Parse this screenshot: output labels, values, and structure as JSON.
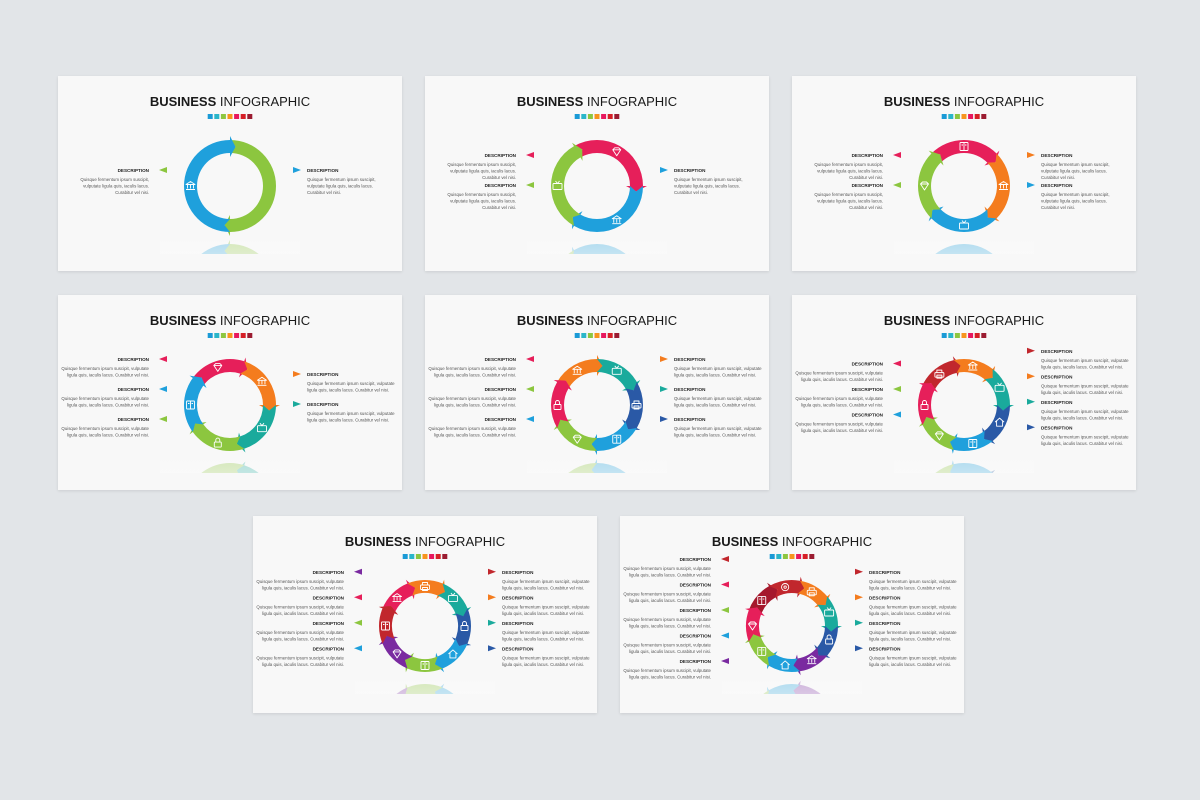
{
  "title_bold": "BUSINESS",
  "title_regular": "INFOGRAPHIC",
  "item_title": "DESCRIPTION",
  "lorem_a": [
    "Quisque fermentum ipsum suscipit,",
    "vulputate ligula quis, iaculis lacus.",
    "Curabitur vel nisi."
  ],
  "lorem_b": [
    "Quisque fermentum ipsum suscipit, vulputate",
    "ligula quis, iaculis lacus. Curabitur vel nisi."
  ],
  "palette": [
    "#1a9ad6",
    "#2bb6c9",
    "#8dc63f",
    "#f7941d",
    "#e8175d",
    "#d61f26",
    "#9b1c31"
  ],
  "colors": {
    "red": "#e61f5a",
    "orange": "#f47c1e",
    "green": "#8cc63f",
    "blue": "#1fa0dc",
    "teal": "#1aaa9c",
    "navy": "#2a59a6",
    "purple": "#8a2bb0",
    "darkred": "#c1272d",
    "violet": "#7a2aa0",
    "maroon": "#a5182c"
  },
  "slides": [
    {
      "segments": [
        "green",
        "blue"
      ],
      "icons": [
        "",
        "bank"
      ],
      "left": [
        {
          "color": "green",
          "lines": "a"
        }
      ],
      "right": [
        {
          "color": "blue",
          "lines": "a"
        }
      ]
    },
    {
      "segments": [
        "red",
        "blue",
        "green"
      ],
      "icons": [
        "diamond",
        "bank",
        "tv"
      ],
      "left": [
        {
          "color": "red",
          "lines": "a"
        },
        {
          "color": "green",
          "lines": "a"
        }
      ],
      "right": [
        {
          "color": "blue",
          "lines": "a"
        }
      ]
    },
    {
      "segments": [
        "red",
        "orange",
        "blue",
        "green"
      ],
      "icons": [
        "book",
        "bank",
        "tv",
        "diamond"
      ],
      "left": [
        {
          "color": "red",
          "lines": "a"
        },
        {
          "color": "green",
          "lines": "a"
        }
      ],
      "right": [
        {
          "color": "orange",
          "lines": "a"
        },
        {
          "color": "blue",
          "lines": "a"
        }
      ]
    },
    {
      "segments": [
        "red",
        "orange",
        "teal",
        "green",
        "blue"
      ],
      "icons": [
        "diamond",
        "bank",
        "tv",
        "lock",
        "book"
      ],
      "left": [
        {
          "color": "red",
          "lines": "b"
        },
        {
          "color": "blue",
          "lines": "b"
        },
        {
          "color": "green",
          "lines": "b"
        }
      ],
      "right": [
        {
          "color": "orange",
          "lines": "b"
        },
        {
          "color": "teal",
          "lines": "b"
        }
      ]
    },
    {
      "segments": [
        "orange",
        "teal",
        "navy",
        "blue",
        "green",
        "red"
      ],
      "icons": [
        "bank",
        "tv",
        "print",
        "book",
        "diamond",
        "lock"
      ],
      "left": [
        {
          "color": "red",
          "lines": "b"
        },
        {
          "color": "green",
          "lines": "b"
        },
        {
          "color": "blue",
          "lines": "b"
        }
      ],
      "right": [
        {
          "color": "orange",
          "lines": "b"
        },
        {
          "color": "teal",
          "lines": "b"
        },
        {
          "color": "navy",
          "lines": "b"
        }
      ]
    },
    {
      "segments": [
        "darkred",
        "orange",
        "teal",
        "navy",
        "blue",
        "green",
        "red"
      ],
      "icons": [
        "print",
        "bank",
        "tv",
        "home",
        "book",
        "diamond",
        "lock"
      ],
      "left": [
        {
          "color": "red",
          "lines": "b"
        },
        {
          "color": "green",
          "lines": "b"
        },
        {
          "color": "blue",
          "lines": "b"
        }
      ],
      "right": [
        {
          "color": "darkred",
          "lines": "b"
        },
        {
          "color": "orange",
          "lines": "b"
        },
        {
          "color": "teal",
          "lines": "b"
        },
        {
          "color": "navy",
          "lines": "b"
        }
      ]
    },
    {
      "segments": [
        "red",
        "orange",
        "teal",
        "navy",
        "blue",
        "green",
        "violet",
        "darkred"
      ],
      "icons": [
        "bank",
        "print",
        "tv",
        "lock",
        "home",
        "book",
        "diamond",
        "book"
      ],
      "left": [
        {
          "color": "violet",
          "lines": "b"
        },
        {
          "color": "red",
          "lines": "b"
        },
        {
          "color": "green",
          "lines": "b"
        },
        {
          "color": "blue",
          "lines": "b"
        }
      ],
      "right": [
        {
          "color": "darkred",
          "lines": "b"
        },
        {
          "color": "orange",
          "lines": "b"
        },
        {
          "color": "teal",
          "lines": "b"
        },
        {
          "color": "navy",
          "lines": "b"
        }
      ]
    },
    {
      "segments": [
        "maroon",
        "darkred",
        "orange",
        "teal",
        "navy",
        "violet",
        "blue",
        "green",
        "red"
      ],
      "icons": [
        "book",
        "gear",
        "print",
        "tv",
        "lock",
        "bank",
        "home",
        "book",
        "diamond"
      ],
      "left": [
        {
          "color": "darkred",
          "lines": "b"
        },
        {
          "color": "red",
          "lines": "b"
        },
        {
          "color": "green",
          "lines": "b"
        },
        {
          "color": "blue",
          "lines": "b"
        },
        {
          "color": "violet",
          "lines": "b"
        }
      ],
      "right": [
        {
          "color": "darkred",
          "lines": "b"
        },
        {
          "color": "orange",
          "lines": "b"
        },
        {
          "color": "teal",
          "lines": "b"
        },
        {
          "color": "navy",
          "lines": "b"
        }
      ]
    }
  ]
}
